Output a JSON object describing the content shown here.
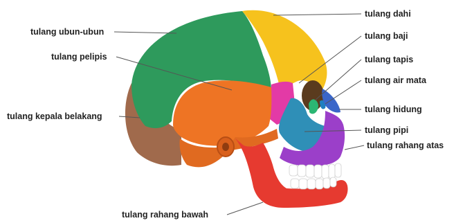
{
  "diagram": {
    "labels": {
      "frontal": "tulang dahi",
      "parietal": "tulang ubun-ubun",
      "sphenoid": "tulang baji",
      "temporal": "tulang pelipis",
      "ethmoid": "tulang tapis",
      "lacrimal": "tulang air mata",
      "occipital": "tulang kepala belakang",
      "nasal": "tulang hidung",
      "zygomatic": "tulang pipi",
      "maxilla": "tulang rahang atas",
      "mandible": "tulang rahang bawah"
    },
    "colors": {
      "frontal": "#f6c21d",
      "parietal": "#2e9a5c",
      "temporal": "#ee7424",
      "occipital": "#a06a4c",
      "sphenoid": "#e33aa6",
      "ethmoid": "#2bb673",
      "lacrimal": "#1f7fc0",
      "nasal": "#3a66c9",
      "zygomatic": "#2f8fb7",
      "maxilla": "#9b3fc9",
      "mandible": "#e63a30"
    }
  }
}
